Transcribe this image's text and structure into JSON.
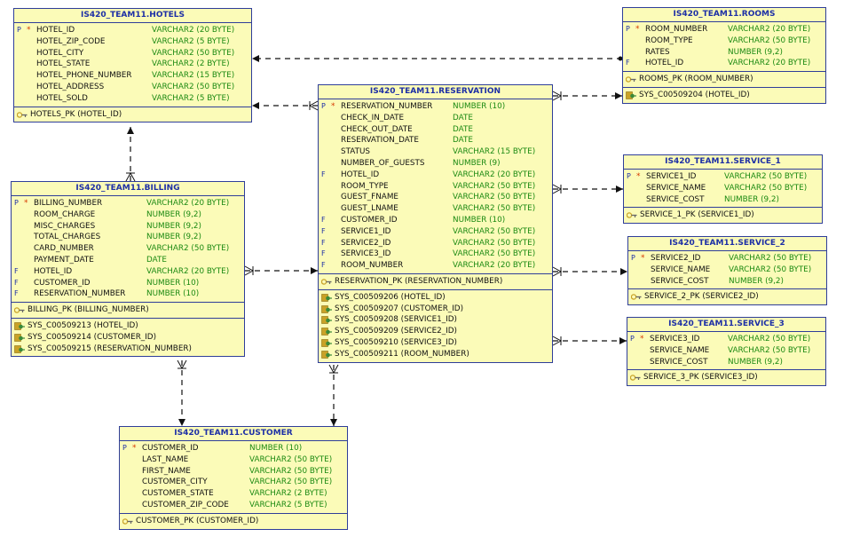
{
  "tables": {
    "hotels": {
      "title": "IS420_TEAM11.HOTELS",
      "columns": [
        {
          "flag": "P",
          "req": "*",
          "name": "HOTEL_ID",
          "type": "VARCHAR2 (20 BYTE)"
        },
        {
          "flag": "",
          "req": "",
          "name": "HOTEL_ZIP_CODE",
          "type": "VARCHAR2 (5 BYTE)"
        },
        {
          "flag": "",
          "req": "",
          "name": "HOTEL_CITY",
          "type": "VARCHAR2 (50 BYTE)"
        },
        {
          "flag": "",
          "req": "",
          "name": "HOTEL_STATE",
          "type": "VARCHAR2 (2 BYTE)"
        },
        {
          "flag": "",
          "req": "",
          "name": "HOTEL_PHONE_NUMBER",
          "type": "VARCHAR2 (15 BYTE)"
        },
        {
          "flag": "",
          "req": "",
          "name": "HOTEL_ADDRESS",
          "type": "VARCHAR2 (50 BYTE)"
        },
        {
          "flag": "",
          "req": "",
          "name": "HOTEL_SOLD",
          "type": "VARCHAR2 (5 BYTE)"
        }
      ],
      "pk": [
        "HOTELS_PK (HOTEL_ID)"
      ],
      "fks": []
    },
    "rooms": {
      "title": "IS420_TEAM11.ROOMS",
      "columns": [
        {
          "flag": "P",
          "req": "*",
          "name": "ROOM_NUMBER",
          "type": "VARCHAR2 (20 BYTE)"
        },
        {
          "flag": "",
          "req": "",
          "name": "ROOM_TYPE",
          "type": "VARCHAR2 (50 BYTE)"
        },
        {
          "flag": "",
          "req": "",
          "name": "RATES",
          "type": "NUMBER (9,2)"
        },
        {
          "flag": "F",
          "req": "",
          "name": "HOTEL_ID",
          "type": "VARCHAR2 (20 BYTE)"
        }
      ],
      "pk": [
        "ROOMS_PK (ROOM_NUMBER)"
      ],
      "fks": [
        "SYS_C00509204 (HOTEL_ID)"
      ]
    },
    "reservation": {
      "title": "IS420_TEAM11.RESERVATION",
      "columns": [
        {
          "flag": "P",
          "req": "*",
          "name": "RESERVATION_NUMBER",
          "type": "NUMBER (10)"
        },
        {
          "flag": "",
          "req": "",
          "name": "CHECK_IN_DATE",
          "type": "DATE"
        },
        {
          "flag": "",
          "req": "",
          "name": "CHECK_OUT_DATE",
          "type": "DATE"
        },
        {
          "flag": "",
          "req": "",
          "name": "RESERVATION_DATE",
          "type": "DATE"
        },
        {
          "flag": "",
          "req": "",
          "name": "STATUS",
          "type": "VARCHAR2 (15 BYTE)"
        },
        {
          "flag": "",
          "req": "",
          "name": "NUMBER_OF_GUESTS",
          "type": "NUMBER (9)"
        },
        {
          "flag": "F",
          "req": "",
          "name": "HOTEL_ID",
          "type": "VARCHAR2 (20 BYTE)"
        },
        {
          "flag": "",
          "req": "",
          "name": "ROOM_TYPE",
          "type": "VARCHAR2 (50 BYTE)"
        },
        {
          "flag": "",
          "req": "",
          "name": "GUEST_FNAME",
          "type": "VARCHAR2 (50 BYTE)"
        },
        {
          "flag": "",
          "req": "",
          "name": "GUEST_LNAME",
          "type": "VARCHAR2 (50 BYTE)"
        },
        {
          "flag": "F",
          "req": "",
          "name": "CUSTOMER_ID",
          "type": "NUMBER (10)"
        },
        {
          "flag": "F",
          "req": "",
          "name": "SERVICE1_ID",
          "type": "VARCHAR2 (50 BYTE)"
        },
        {
          "flag": "F",
          "req": "",
          "name": "SERVICE2_ID",
          "type": "VARCHAR2 (50 BYTE)"
        },
        {
          "flag": "F",
          "req": "",
          "name": "SERVICE3_ID",
          "type": "VARCHAR2 (50 BYTE)"
        },
        {
          "flag": "F",
          "req": "",
          "name": "ROOM_NUMBER",
          "type": "VARCHAR2 (20 BYTE)"
        }
      ],
      "pk": [
        "RESERVATION_PK (RESERVATION_NUMBER)"
      ],
      "fks": [
        "SYS_C00509206 (HOTEL_ID)",
        "SYS_C00509207 (CUSTOMER_ID)",
        "SYS_C00509208 (SERVICE1_ID)",
        "SYS_C00509209 (SERVICE2_ID)",
        "SYS_C00509210 (SERVICE3_ID)",
        "SYS_C00509211 (ROOM_NUMBER)"
      ]
    },
    "service1": {
      "title": "IS420_TEAM11.SERVICE_1",
      "columns": [
        {
          "flag": "P",
          "req": "*",
          "name": "SERVICE1_ID",
          "type": "VARCHAR2 (50 BYTE)"
        },
        {
          "flag": "",
          "req": "",
          "name": "SERVICE_NAME",
          "type": "VARCHAR2 (50 BYTE)"
        },
        {
          "flag": "",
          "req": "",
          "name": "SERVICE_COST",
          "type": "NUMBER (9,2)"
        }
      ],
      "pk": [
        "SERVICE_1_PK (SERVICE1_ID)"
      ],
      "fks": []
    },
    "service2": {
      "title": "IS420_TEAM11.SERVICE_2",
      "columns": [
        {
          "flag": "P",
          "req": "*",
          "name": "SERVICE2_ID",
          "type": "VARCHAR2 (50 BYTE)"
        },
        {
          "flag": "",
          "req": "",
          "name": "SERVICE_NAME",
          "type": "VARCHAR2 (50 BYTE)"
        },
        {
          "flag": "",
          "req": "",
          "name": "SERVICE_COST",
          "type": "NUMBER (9,2)"
        }
      ],
      "pk": [
        "SERVICE_2_PK (SERVICE2_ID)"
      ],
      "fks": []
    },
    "service3": {
      "title": "IS420_TEAM11.SERVICE_3",
      "columns": [
        {
          "flag": "P",
          "req": "*",
          "name": "SERVICE3_ID",
          "type": "VARCHAR2 (50 BYTE)"
        },
        {
          "flag": "",
          "req": "",
          "name": "SERVICE_NAME",
          "type": "VARCHAR2 (50 BYTE)"
        },
        {
          "flag": "",
          "req": "",
          "name": "SERVICE_COST",
          "type": "NUMBER (9,2)"
        }
      ],
      "pk": [
        "SERVICE_3_PK (SERVICE3_ID)"
      ],
      "fks": []
    },
    "billing": {
      "title": "IS420_TEAM11.BILLING",
      "columns": [
        {
          "flag": "P",
          "req": "*",
          "name": "BILLING_NUMBER",
          "type": "VARCHAR2 (20 BYTE)"
        },
        {
          "flag": "",
          "req": "",
          "name": "ROOM_CHARGE",
          "type": "NUMBER (9,2)"
        },
        {
          "flag": "",
          "req": "",
          "name": "MISC_CHARGES",
          "type": "NUMBER (9,2)"
        },
        {
          "flag": "",
          "req": "",
          "name": "TOTAL_CHARGES",
          "type": "NUMBER (9,2)"
        },
        {
          "flag": "",
          "req": "",
          "name": "CARD_NUMBER",
          "type": "VARCHAR2 (50 BYTE)"
        },
        {
          "flag": "",
          "req": "",
          "name": "PAYMENT_DATE",
          "type": "DATE"
        },
        {
          "flag": "F",
          "req": "",
          "name": "HOTEL_ID",
          "type": "VARCHAR2 (20 BYTE)"
        },
        {
          "flag": "F",
          "req": "",
          "name": "CUSTOMER_ID",
          "type": "NUMBER (10)"
        },
        {
          "flag": "F",
          "req": "",
          "name": "RESERVATION_NUMBER",
          "type": "NUMBER (10)"
        }
      ],
      "pk": [
        "BILLING_PK (BILLING_NUMBER)"
      ],
      "fks": [
        "SYS_C00509213 (HOTEL_ID)",
        "SYS_C00509214 (CUSTOMER_ID)",
        "SYS_C00509215 (RESERVATION_NUMBER)"
      ]
    },
    "customer": {
      "title": "IS420_TEAM11.CUSTOMER",
      "columns": [
        {
          "flag": "P",
          "req": "*",
          "name": "CUSTOMER_ID",
          "type": "NUMBER (10)"
        },
        {
          "flag": "",
          "req": "",
          "name": "LAST_NAME",
          "type": "VARCHAR2 (50 BYTE)"
        },
        {
          "flag": "",
          "req": "",
          "name": "FIRST_NAME",
          "type": "VARCHAR2 (50 BYTE)"
        },
        {
          "flag": "",
          "req": "",
          "name": "CUSTOMER_CITY",
          "type": "VARCHAR2 (50 BYTE)"
        },
        {
          "flag": "",
          "req": "",
          "name": "CUSTOMER_STATE",
          "type": "VARCHAR2 (2 BYTE)"
        },
        {
          "flag": "",
          "req": "",
          "name": "CUSTOMER_ZIP_CODE",
          "type": "VARCHAR2 (5 BYTE)"
        }
      ],
      "pk": [
        "CUSTOMER_PK (CUSTOMER_ID)"
      ],
      "fks": []
    }
  },
  "relationships": [
    {
      "from": "rooms",
      "to": "hotels"
    },
    {
      "from": "reservation",
      "to": "hotels"
    },
    {
      "from": "reservation",
      "to": "rooms"
    },
    {
      "from": "reservation",
      "to": "service1"
    },
    {
      "from": "reservation",
      "to": "service2"
    },
    {
      "from": "reservation",
      "to": "service3"
    },
    {
      "from": "reservation",
      "to": "customer"
    },
    {
      "from": "billing",
      "to": "hotels"
    },
    {
      "from": "billing",
      "to": "reservation"
    },
    {
      "from": "billing",
      "to": "customer"
    }
  ],
  "colors": {
    "table_fill": "#fbfbb8",
    "table_border": "#2f3e99",
    "title_text": "#1d2fa6",
    "type_text": "#1c8a12",
    "required_mark": "#d63a00",
    "pk_icon": "#c9a227",
    "fk_icon": "#3a8a3a",
    "link_line": "#111111"
  }
}
